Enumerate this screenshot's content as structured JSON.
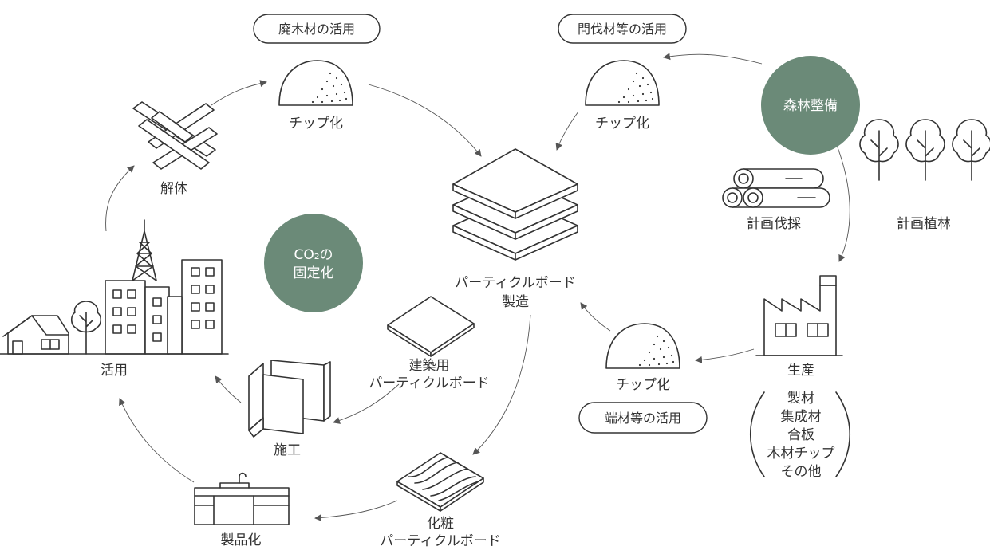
{
  "colors": {
    "accent_green": "#6b8a78",
    "line": "#333333",
    "text": "#333333",
    "background": "#ffffff"
  },
  "pills": {
    "waste_wood": "廃木材の活用",
    "thinning_wood": "間伐材等の活用",
    "offcut": "端材等の活用"
  },
  "circles": {
    "forest": "森林整備",
    "co2_line1": "CO₂の",
    "co2_line2": "固定化"
  },
  "labels": {
    "chip_top_left": "チップ化",
    "chip_top_right": "チップ化",
    "chip_bottom_right": "チップ化",
    "demolition": "解体",
    "board_mfg_line1": "パーティクルボード",
    "board_mfg_line2": "製造",
    "planned_logging": "計画伐採",
    "planned_planting": "計画植林",
    "production": "生産",
    "use": "活用",
    "construction": "施工",
    "building_board_line1": "建築用",
    "building_board_line2": "パーティクルボード",
    "productization": "製品化",
    "decorative_line1": "化粧",
    "decorative_line2": "パーティクルボード"
  },
  "products": [
    "製材",
    "集成材",
    "合板",
    "木材チップ",
    "その他"
  ],
  "icons": {
    "chip_pile": "wood-chip-pile-icon",
    "lumber": "crossed-lumber-icon",
    "board_stack": "board-stack-icon",
    "logs": "log-pile-icon",
    "trees": "tree-icon",
    "factory": "factory-icon",
    "city": "city-icon",
    "panel": "board-panel-icon",
    "kitchen": "kitchen-cabinet-icon"
  }
}
